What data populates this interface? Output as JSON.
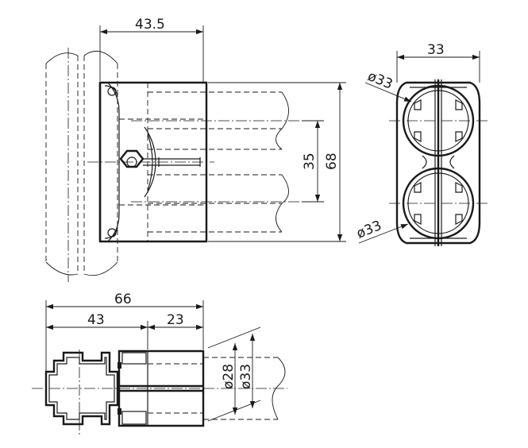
{
  "dimensions": {
    "top_width": "43.5",
    "inner_pitch": "35",
    "total_height": "68",
    "end_width": "33",
    "dia_upper": "ø33",
    "dia_lower": "ø33",
    "bottom_total": "66",
    "bottom_left": "43",
    "bottom_right": "23",
    "bore_inner": "ø28",
    "bore_outer": "ø33"
  }
}
